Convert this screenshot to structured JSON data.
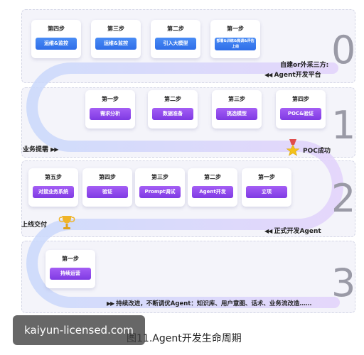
{
  "phases": [
    {
      "number": "0",
      "cards": [
        {
          "step": "第四步",
          "label": "运维&监控"
        },
        {
          "step": "第三步",
          "label": "运维&监控"
        },
        {
          "step": "第二步",
          "label": "引入大模型"
        },
        {
          "step": "第一步",
          "label": "部署&训练&微调&评估上线"
        }
      ],
      "milestone": "自建or外采三方:",
      "milestone2": "Agent开发平台"
    },
    {
      "number": "1",
      "cards": [
        {
          "step": "第一步",
          "label": "需求分析"
        },
        {
          "step": "第二步",
          "label": "数据准备"
        },
        {
          "step": "第三步",
          "label": "挑选模型"
        },
        {
          "step": "第四步",
          "label": "POC&验证"
        }
      ],
      "start": "业务提需",
      "milestone": "POC成功"
    },
    {
      "number": "2",
      "cards": [
        {
          "step": "第五步",
          "label": "对接业务系统"
        },
        {
          "step": "第四步",
          "label": "验证"
        },
        {
          "step": "第三步",
          "label": "Prompt调试"
        },
        {
          "step": "第二步",
          "label": "Agent开发"
        },
        {
          "step": "第一步",
          "label": "立项"
        }
      ],
      "milestone": "上线交付",
      "start": "正式开发Agent"
    },
    {
      "number": "3",
      "cards": [
        {
          "step": "第一步",
          "label": "持续运营"
        }
      ],
      "milestone": "持续改进，不断调优Agent：知识库、用户意图、话术、业务流改造……"
    }
  ],
  "arrows": {
    "forward": "▶▶",
    "back": "◀◀"
  },
  "caption": "图11.Agent开发生命周期",
  "watermark": "kaiyun-licensed.com",
  "colors": {
    "blue": "#2f6ee8",
    "purple": "#8a44ea",
    "track": "#dcd6f8",
    "panel": "#f4f4fa",
    "number": "#9a9aa6"
  },
  "icons": {
    "milestone_1": "star-medal-icon",
    "milestone_2": "trophy-icon"
  }
}
